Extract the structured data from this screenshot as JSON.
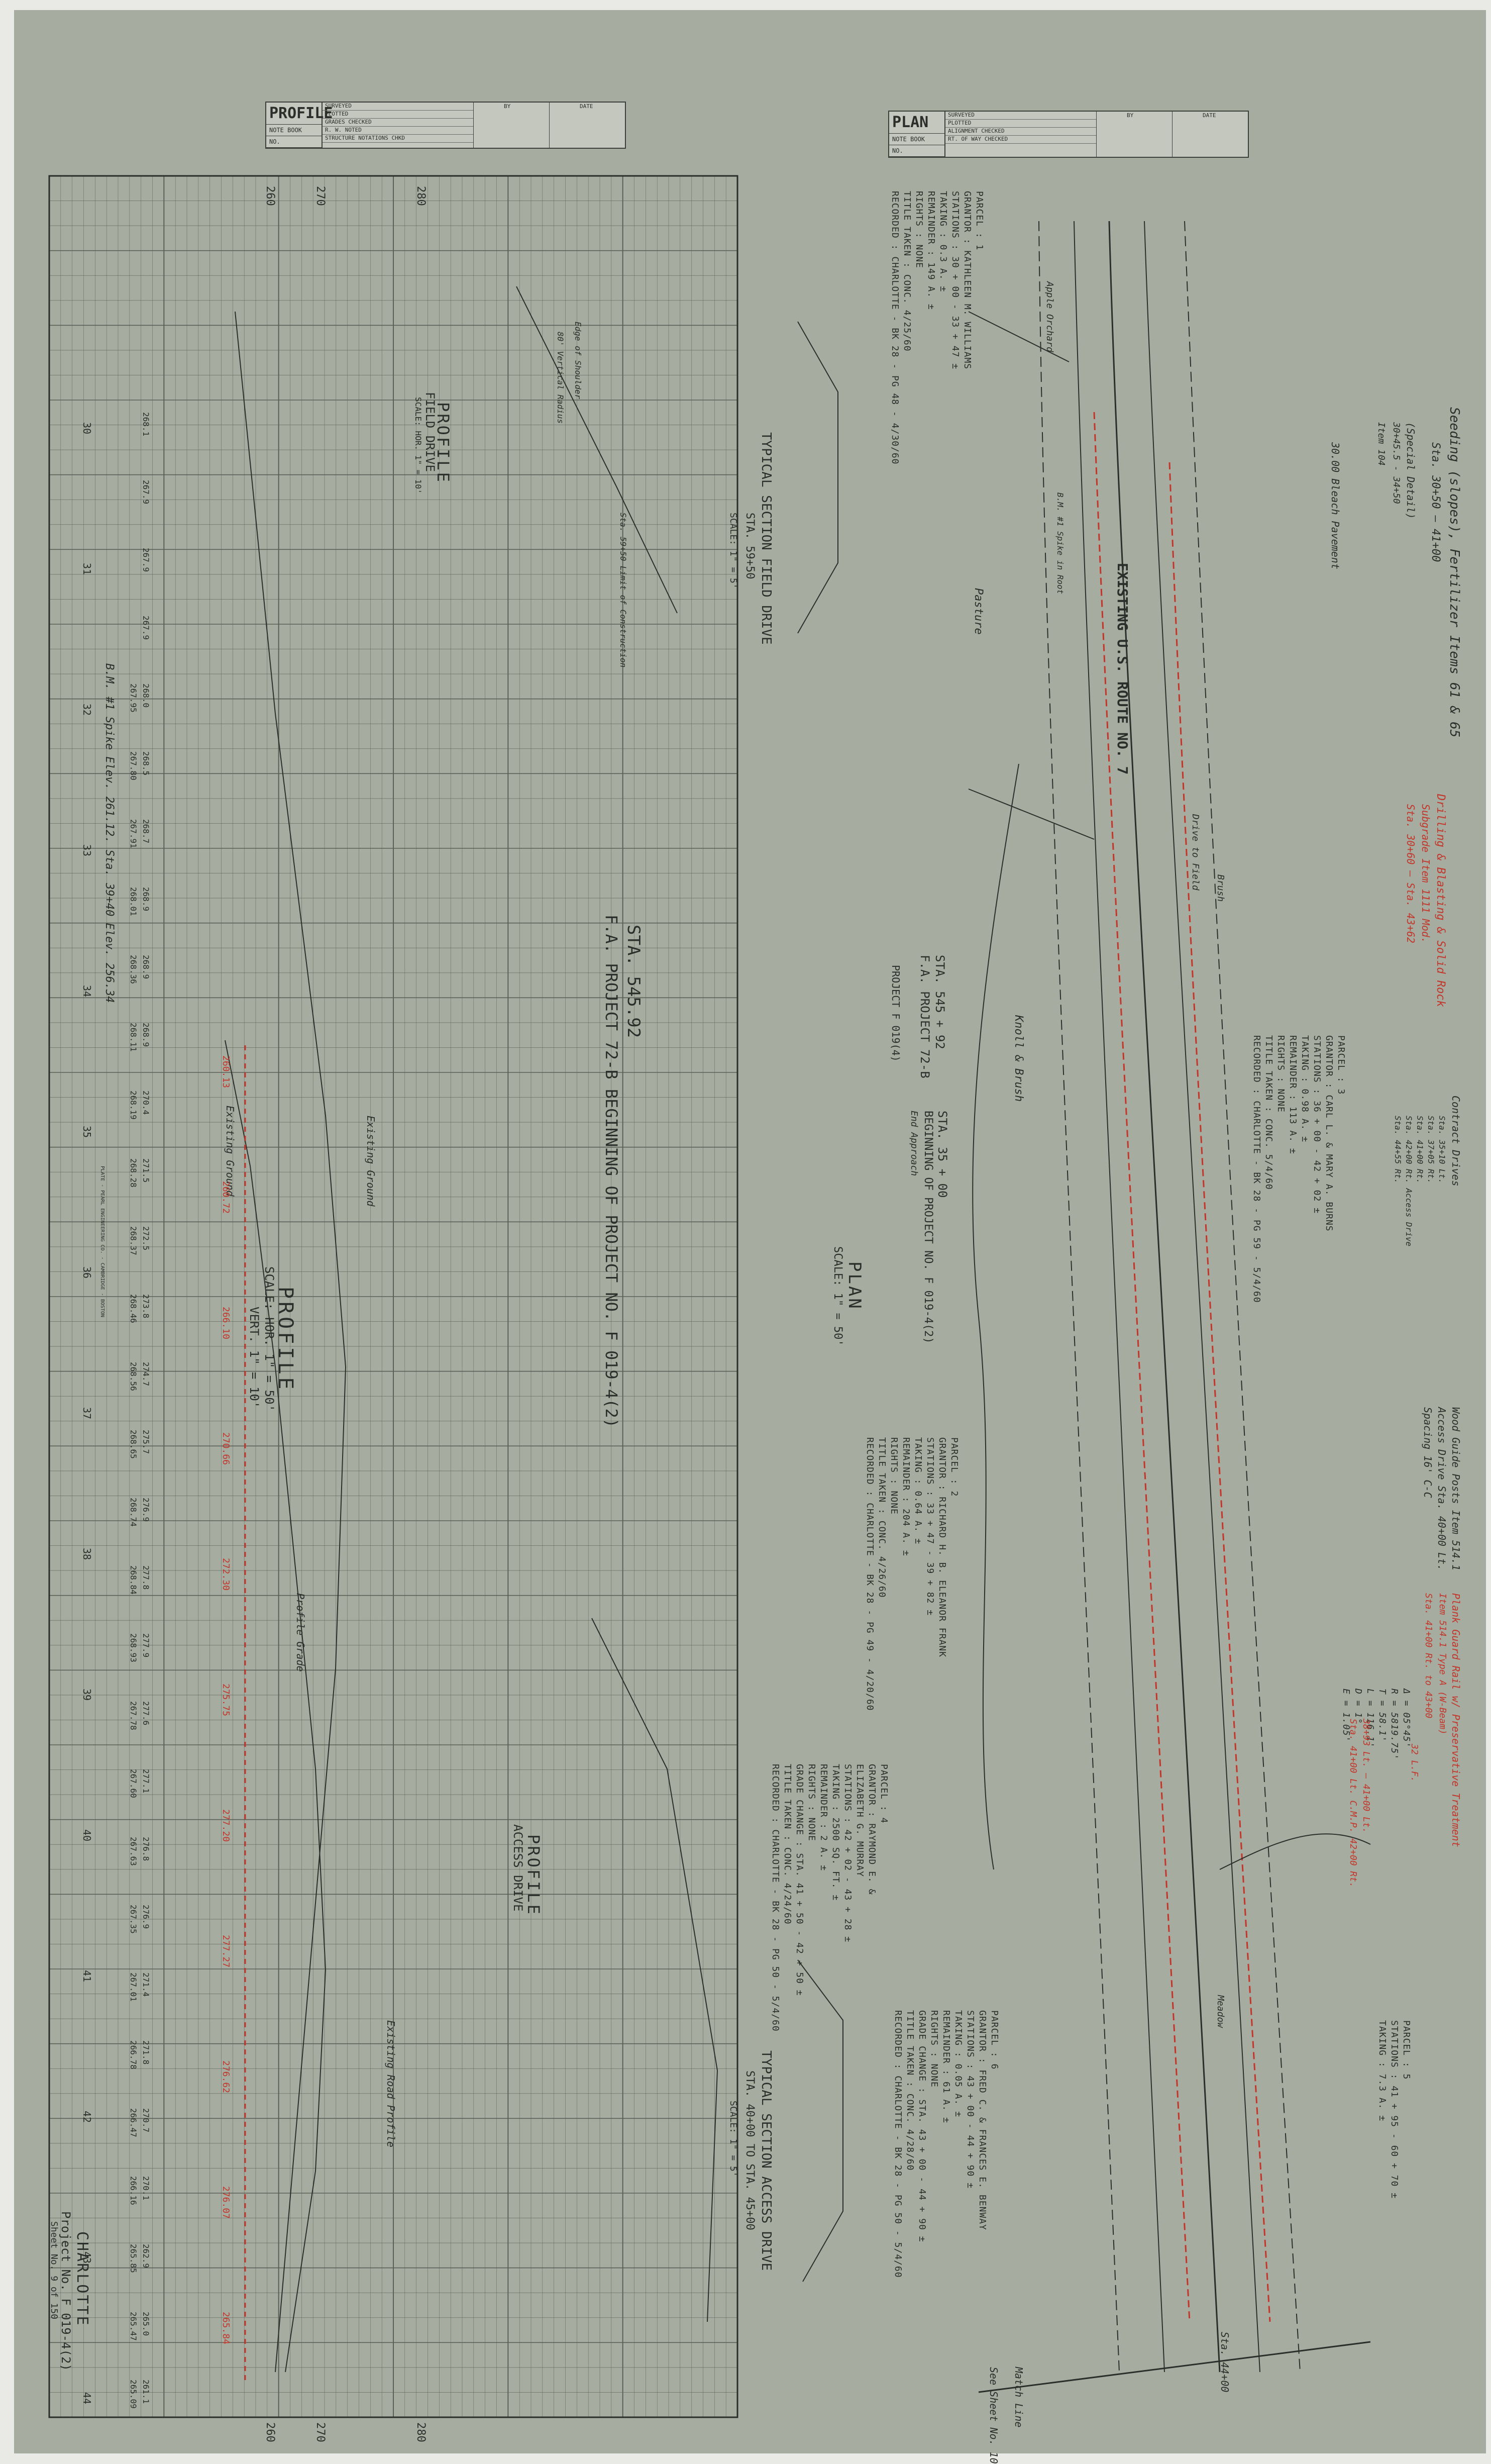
{
  "title_blocks": {
    "profile": {
      "heading": "PROFILE",
      "note_book_label": "NOTE BOOK",
      "no_label": "NO.",
      "rows": [
        "SURVEYED",
        "PLOTTED",
        "GRADES CHECKED",
        "R. W. NOTED",
        "STRUCTURE NOTATIONS CHKD"
      ],
      "col_by": "BY",
      "col_date": "DATE"
    },
    "plan": {
      "heading": "PLAN",
      "note_book_label": "NOTE BOOK",
      "no_label": "NO.",
      "rows": [
        "SURVEYED",
        "PLOTTED",
        "ALIGNMENT CHECKED",
        "RT. OF WAY CHECKED"
      ],
      "col_by": "BY",
      "col_date": "DATE"
    }
  },
  "parcels": {
    "p1": {
      "lines": [
        "PARCEL       : 1",
        "GRANTOR      : KATHLEEN  M. WILLIAMS",
        "STATIONS     : 30 + 00  -  33 + 47 ±",
        "TAKING       : 0.3 A. ±",
        "REMAINDER    : 149 A. ±",
        "RIGHTS       : NONE",
        "TITLE TAKEN  : CONC. 4/25/60",
        "RECORDED     : CHARLOTTE - BK 28 - PG 48 - 4/30/60"
      ]
    },
    "p3": {
      "lines": [
        "PARCEL       : 3",
        "GRANTOR      : CARL  L. & MARY A. BURNS",
        "STATIONS     : 36 + 00  -  42 + 02 ±",
        "TAKING       : 0.98 A. ±",
        "REMAINDER    : 113 A. ±",
        "RIGHTS       : NONE",
        "TITLE TAKEN  : CONC. 5/4/60",
        "RECORDED     : CHARLOTTE - BK 28 - PG 59 - 5/4/60"
      ]
    },
    "p2": {
      "lines": [
        "PARCEL       : 2",
        "GRANTOR      : RICHARD H. B. ELEANOR  FRANK",
        "STATIONS     : 33 + 47  -  39 + 82 ±",
        "TAKING       : 0.64 A. ±",
        "REMAINDER    : 204 A. ±",
        "RIGHTS       : NONE",
        "TITLE TAKEN  : CONC. 4/26/60",
        "RECORDED     : CHARLOTTE - BK 28 - PG 49 - 4/20/60"
      ]
    },
    "p4": {
      "lines": [
        "PARCEL       : 4",
        "GRANTOR      : RAYMOND E. &",
        "               ELIZABETH G. MURRAY",
        "STATIONS     : 42 + 02  -  43 + 28 ±",
        "TAKING       : 2500  SQ. FT. ±",
        "REMAINDER    : 2 A. ±",
        "RIGHTS       : NONE",
        "GRADE CHANGE : STA. 41 + 50 - 42 + 50 ±",
        "TITLE TAKEN  : CONC. 4/24/60",
        "RECORDED     : CHARLOTTE - BK 28 - PG 50 - 5/4/60"
      ]
    },
    "p6": {
      "lines": [
        "PARCEL       : 6",
        "GRANTOR      : FRED  C. & FRANCES E. BENWAY",
        "STATIONS     : 43 + 00  -  44 + 90 ±",
        "TAKING       : 0.05 A. ±",
        "REMAINDER    : 61 A. ±",
        "RIGHTS       : NONE",
        "GRADE CHANGE : STA. 43 + 00  -  44 + 90 ±",
        "TITLE TAKEN  : CONC. 4/28/60",
        "RECORDED     : CHARLOTTE - BK 28 - PG 50 - 5/4/60"
      ]
    },
    "p5": {
      "lines": [
        "PARCEL       : 5",
        "STATIONS     : 41 + 95  -  60 + 70 ±",
        "TAKING       : 7.3 A. ±"
      ]
    }
  },
  "labels": {
    "typical_section_field": "TYPICAL SECTION FIELD DRIVE",
    "typical_section_field_sta": "STA. 59+50",
    "scale_1_5": "SCALE: 1\" = 5'",
    "typical_section_access": "TYPICAL SECTION ACCESS DRIVE",
    "typical_section_access_sta": "STA. 40+00 TO STA. 45+00",
    "scale_1_5b": "SCALE: 1\" = 5'",
    "plan_title": "PLAN",
    "plan_scale": "SCALE: 1\" = 50'",
    "existing_route": "EXISTING U.S. ROUTE NO. 7",
    "pasture": "Pasture",
    "knoll_brush": "Knoll & Brush",
    "apple_orchard": "Apple Orchard",
    "meadow": "Meadow",
    "drive_to_field": "Drive to Field",
    "brush": "Brush",
    "sta_545": "STA. 545 + 92",
    "fa_project_72b": "F.A. PROJECT 72-B",
    "sta_545b": "STA. 545.92",
    "fa_project_72b_beginning": "F.A. PROJECT 72-B BEGINNING OF PROJECT NO. F 019-4(2)",
    "sta_35": "STA. 35 + 00",
    "beginning_project": "BEGINNING OF PROJECT NO. F 019-4(2)",
    "project_f": "PROJECT F 019(4)",
    "end_approach": "End Approach",
    "profile_field_drive": "PROFILE",
    "field_drive": "FIELD DRIVE",
    "field_drive_scale": "SCALE: HOR. 1\" = 10'",
    "profile_main": "PROFILE",
    "profile_main_scale_h": "SCALE: HOR. 1\" = 50'",
    "profile_main_scale_v": "VERT. 1\" = 10'",
    "profile_access": "PROFILE",
    "access_drive": "ACCESS DRIVE",
    "existing_ground_1": "Existing Ground",
    "existing_ground_2": "Existing Ground",
    "existing_road_profile": "Existing Road Profile",
    "profile_grade": "Profile Grade",
    "limit_construction": "Sta. 59+50 Limit of Construction",
    "edge_shoulder": "Edge of Shoulder",
    "vertical_radius": "80' Vertical Radius",
    "bm_note": "B.M. #1 Spike in Root",
    "bottom_bm": "B.M. #1 Spike Elev. 261.12. Sta. 39+40 Elev. 256.34",
    "match_line": "Match Line",
    "see_sheet": "See Sheet No. 10",
    "sta_44": "Sta. 44+00",
    "seeding_title": "Seeding (slopes), Fertilizer Items 61 & 65",
    "seeding_sub": "Sta. 30+50 — 41+00",
    "special_detail": "(Special Detail)",
    "special_sta": "30+45.5 - 34+50",
    "special_item": "Item 104",
    "pavement": "30.00 Bleach Pavement",
    "drilling": "Drilling & Blasting & Solid Rock",
    "drilling_2": "Subgrade Item 1111 Mod.",
    "drilling_sta": "Sta. 30+60 — Sta. 43+62",
    "contract_drives": "Contract Drives",
    "cd_1": "Sta. 35+10 Lt.",
    "cd_2": "Sta. 37+05 Rt.",
    "cd_3": "Sta. 41+00 Rt.",
    "cd_4": "Sta. 42+00 Rt. Access Drive",
    "cd_5": "Sta. 44+55 Rt.",
    "guide_post_1": "Wood Guide Posts Item 514.1",
    "guide_post_2": "Access Drive Sta. 40+00 Lt.",
    "guide_post_3": "Spacing 16' C-C",
    "guard_rail_1": "Plank Guard Rail w/ Preservative Treatment",
    "guard_rail_2": "Item 514.1 Type A (W-Beam)",
    "guard_rail_3": "Sta. 41+00 Rt. to 43+00",
    "guard_rail_4": "32 L.F.",
    "curve_data": [
      "Δ = 05°45'",
      "R = 5819.75'",
      "T = 58.1'",
      "L = 116.1'",
      "D = 1°",
      "E = 1.05'"
    ],
    "charlotte": "CHARLOTTE",
    "project_no": "Project No. F 019-4(2)",
    "sheet_no": "Sheet No. 9 of 150",
    "maker": "PLATE - PEARL ENGINEERING CO. - CAMBRIDGE - BOSTON",
    "red_station": "38+93 Lt. — 41+00 Lt.",
    "red_station2": "Sta. 41+00 Lt. C.M.P. 42+00 Rt."
  },
  "profile_grid": {
    "elevation_labels_top": [
      "260",
      "270",
      "280"
    ],
    "elevation_labels_bottom": [
      "260",
      "270",
      "280"
    ],
    "stations": [
      "30",
      "31",
      "32",
      "33",
      "34",
      "35",
      "36",
      "37",
      "38",
      "39",
      "40",
      "41",
      "42",
      "43",
      "44"
    ],
    "elevations": [
      {
        "a": "268.1",
        "b": ""
      },
      {
        "a": "267.9",
        "b": ""
      },
      {
        "a": "267.9",
        "b": ""
      },
      {
        "a": "267.9",
        "b": ""
      },
      {
        "a": "268.0",
        "b": "267.95"
      },
      {
        "a": "268.5",
        "b": "267.80"
      },
      {
        "a": "268.7",
        "b": "267.91"
      },
      {
        "a": "268.9",
        "b": "268.01"
      },
      {
        "a": "268.9",
        "b": "268.36"
      },
      {
        "a": "268.9",
        "b": "268.11"
      },
      {
        "a": "270.4",
        "b": "268.19"
      },
      {
        "a": "271.5",
        "b": "268.28"
      },
      {
        "a": "272.5",
        "b": "268.37"
      },
      {
        "a": "273.8",
        "b": "268.46"
      },
      {
        "a": "274.7",
        "b": "268.56"
      },
      {
        "a": "275.7",
        "b": "268.65"
      },
      {
        "a": "276.9",
        "b": "268.74"
      },
      {
        "a": "277.8",
        "b": "268.84"
      },
      {
        "a": "277.9",
        "b": "268.93"
      },
      {
        "a": "277.6",
        "b": "267.78"
      },
      {
        "a": "277.1",
        "b": "267.60"
      },
      {
        "a": "276.8",
        "b": "267.63"
      },
      {
        "a": "276.9",
        "b": "267.35"
      },
      {
        "a": "271.4",
        "b": "267.01"
      },
      {
        "a": "271.8",
        "b": "266.78"
      },
      {
        "a": "270.7",
        "b": "266.47"
      },
      {
        "a": "270.1",
        "b": "266.16"
      },
      {
        "a": "262.9",
        "b": "265.85"
      },
      {
        "a": "265.0",
        "b": "265.47"
      },
      {
        "a": "261.1",
        "b": "265.09"
      }
    ],
    "red_grades": [
      "260.13",
      "260.72",
      "266.10",
      "270.66",
      "272.30",
      "275.75",
      "277.20",
      "277.27",
      "276.62",
      "276.07",
      "265.84"
    ]
  },
  "colors": {
    "paper": "#a6ac9f",
    "ink": "#2b2e2a",
    "red_ink": "#c2362b",
    "grid": "#5b5f57"
  }
}
